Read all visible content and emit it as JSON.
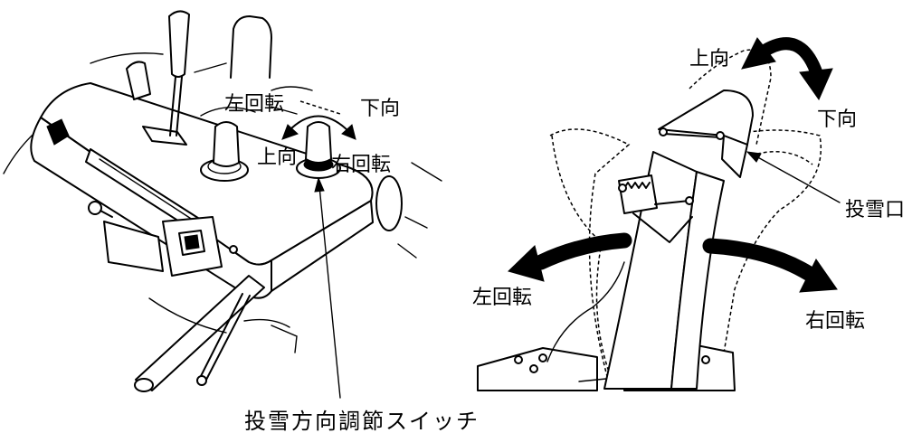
{
  "control_panel_view": {
    "labels": {
      "rotate_left": "左回転",
      "down": "下向",
      "up": "上向",
      "rotate_right": "右回転"
    },
    "switch_label": "投雪方向調節スイッチ"
  },
  "chute_view": {
    "labels": {
      "up": "上向",
      "down": "下向",
      "outlet": "投雪口",
      "rotate_left": "左回転",
      "rotate_right": "右回転"
    }
  },
  "colors": {
    "line": "#000000",
    "background": "#ffffff"
  }
}
